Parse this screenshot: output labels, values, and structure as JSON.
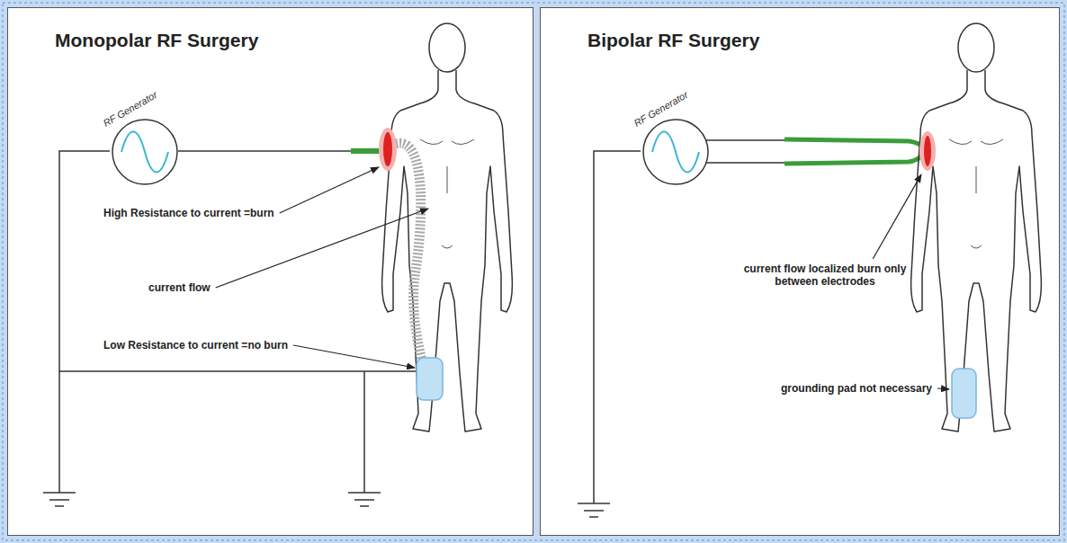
{
  "diagram": {
    "nodes": [
      {
        "text": [
          "Monopolar RF Surgery"
        ]
      },
      {
        "text": [
          "RF Generator"
        ],
        "in": 0
      },
      {
        "text": [
          "Bipolar RF Surgery"
        ]
      },
      {
        "text": [
          "RF Generator"
        ],
        "in": 2
      }
    ],
    "labels": [
      "High Resistance to current =burn",
      "current flow",
      "Low Resistance to current =no burn",
      "current flow localized burn only between electrodes",
      "grounding pad not necessary"
    ]
  }
}
